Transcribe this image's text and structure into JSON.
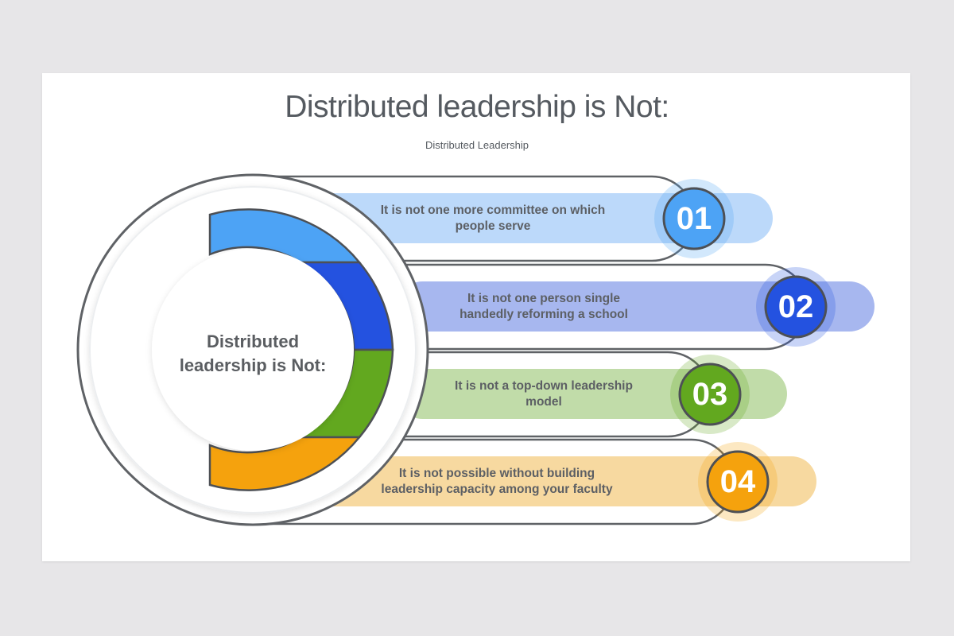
{
  "slide": {
    "title": "Distributed leadership is Not:",
    "subtitle": "Distributed  Leadership",
    "center_label": "Distributed\nleadership is Not:"
  },
  "items": [
    {
      "number": "01",
      "text": "It is not one more committee on which\npeople serve",
      "color": "#4da3f5",
      "band_color": "#bcd9fa"
    },
    {
      "number": "02",
      "text": "It is not one person single\nhandedly reforming a school",
      "color": "#2452e0",
      "band_color": "#a7b7ef"
    },
    {
      "number": "03",
      "text": "It is not a top-down leadership\nmodel",
      "color": "#62a81f",
      "band_color": "#c1dca9"
    },
    {
      "number": "04",
      "text": "It is not possible without building\nleadership capacity among your faculty",
      "color": "#f5a20d",
      "band_color": "#f7d9a0"
    }
  ],
  "colors": {
    "background": "#e7e6e8",
    "slide": "#ffffff",
    "outline": "#5f6266",
    "text": "#555a60"
  }
}
